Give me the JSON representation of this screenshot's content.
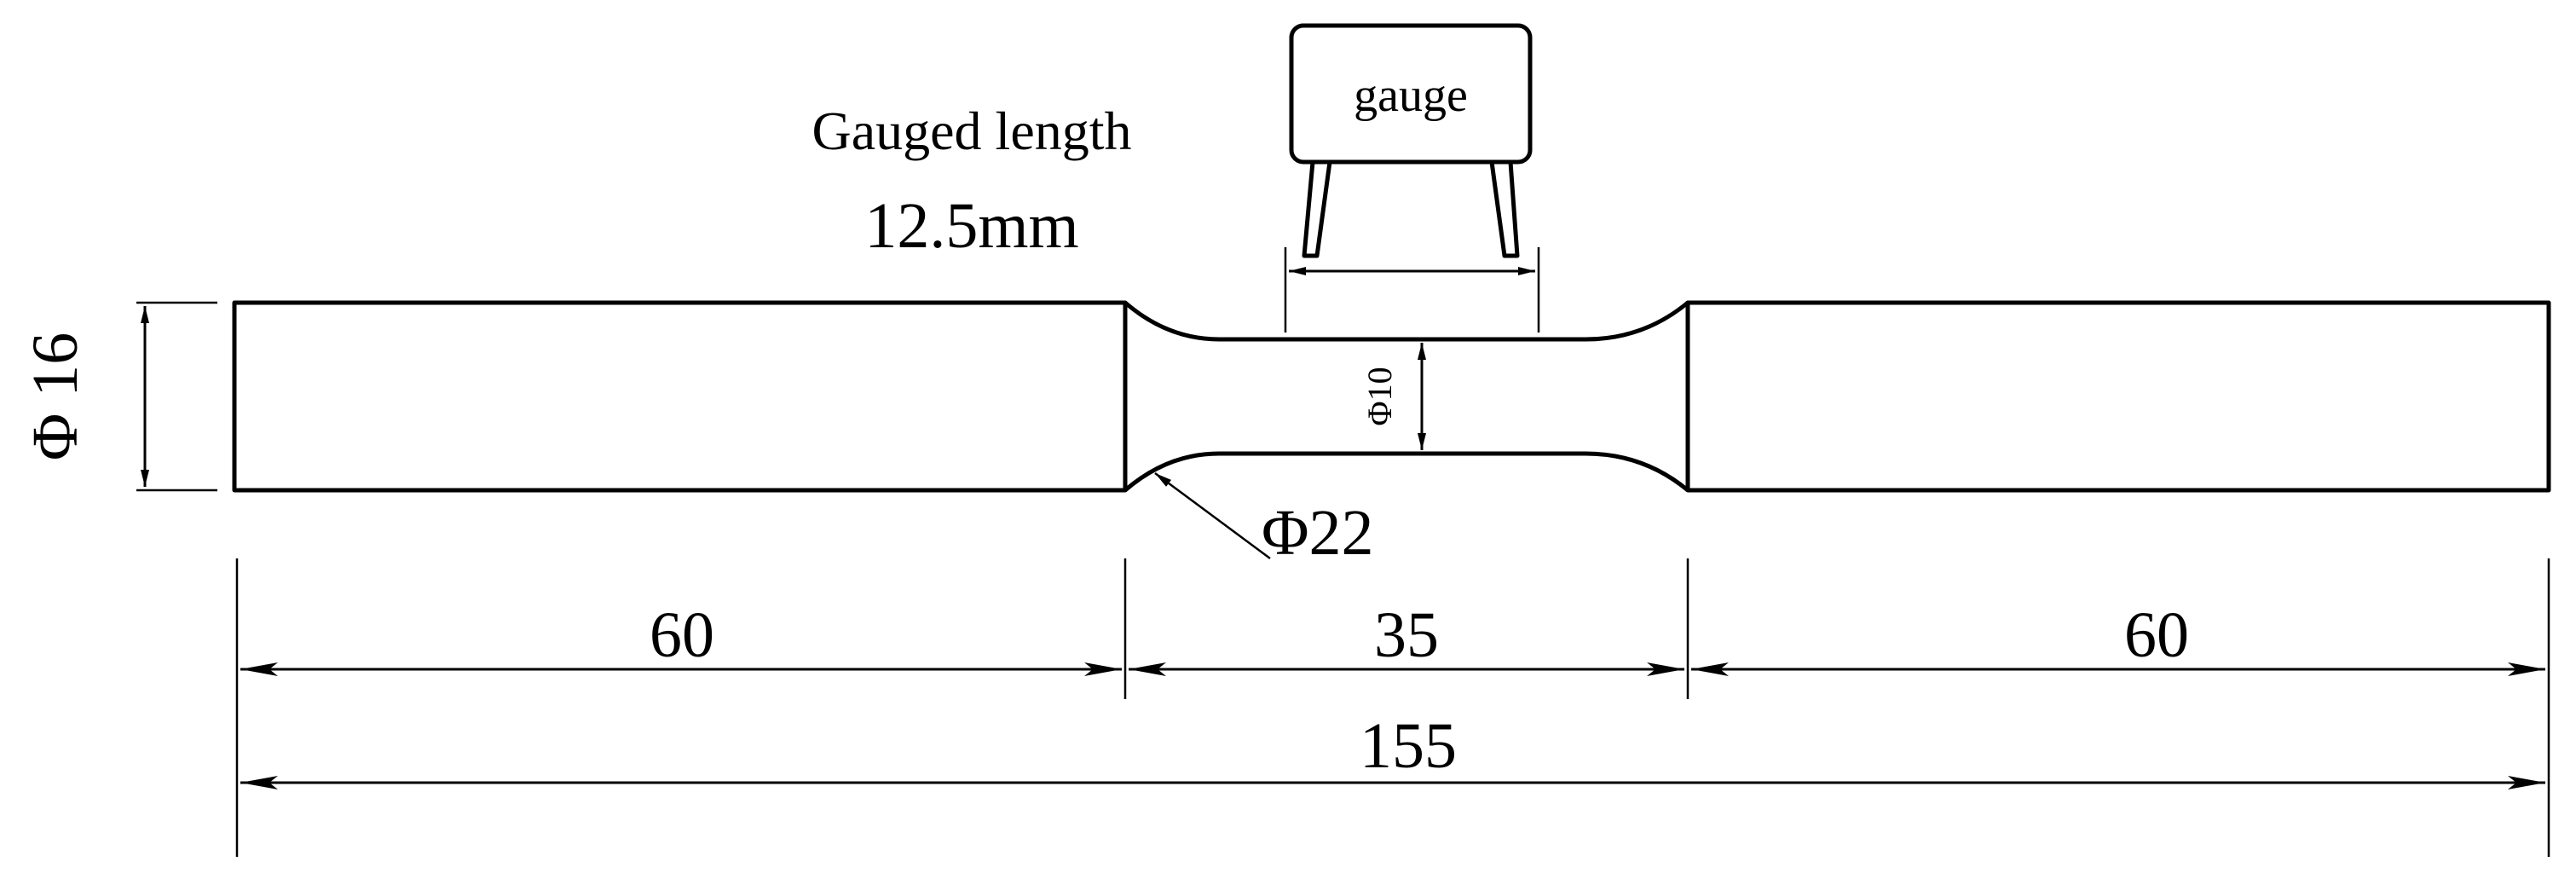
{
  "labels": {
    "gauge": "gauge",
    "gauged_length_title": "Gauged length",
    "gauged_length_value": "12.5mm",
    "grip_diameter": "Φ 16",
    "neck_diameter": "Φ10",
    "fillet_diameter": "Φ22",
    "grip_left_length": "60",
    "gauge_section_length": "35",
    "grip_right_length": "60",
    "total_length": "155"
  }
}
